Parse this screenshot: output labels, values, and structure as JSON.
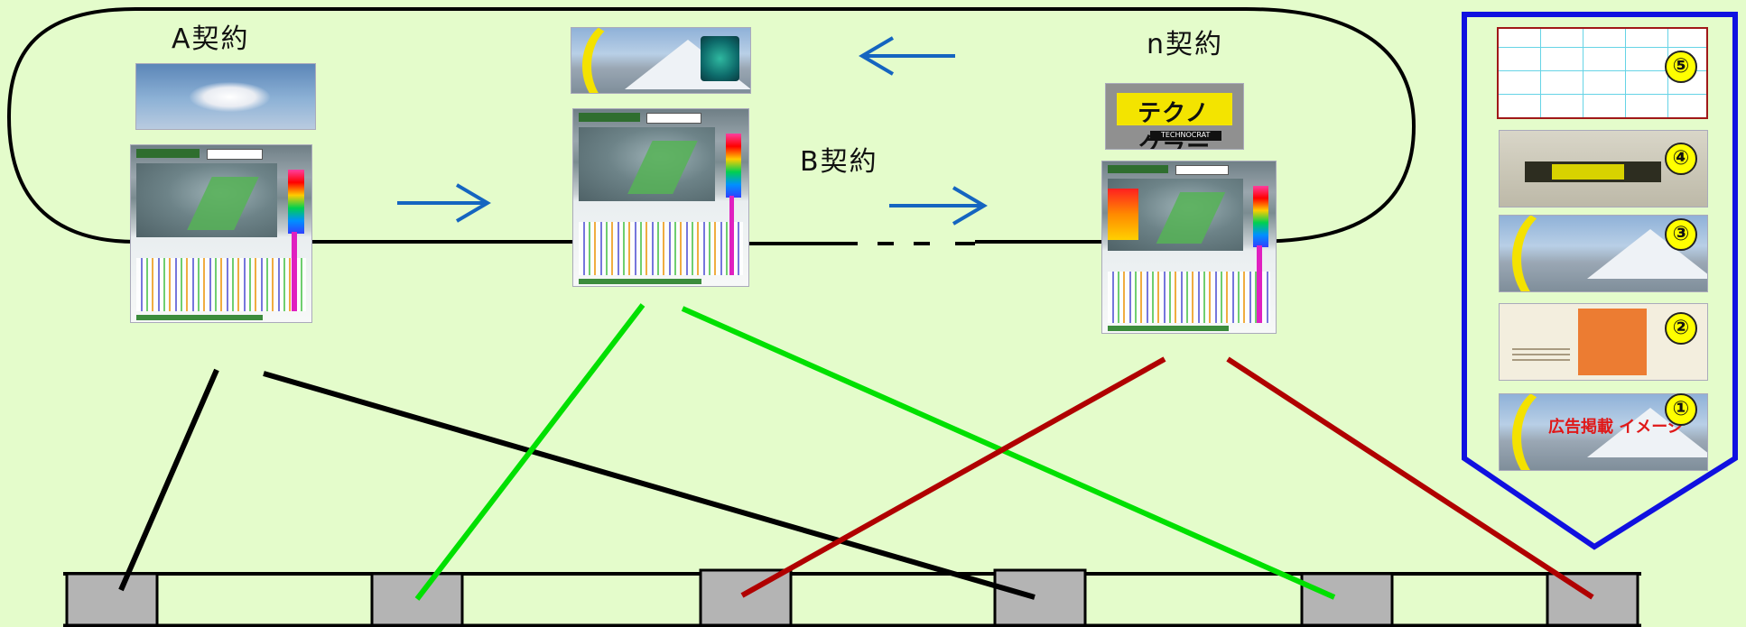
{
  "labels": {
    "contract_a": "A契約",
    "contract_b": "B契約",
    "contract_n": "n契約"
  },
  "stack": {
    "items": [
      {
        "number": "⑤"
      },
      {
        "number": "④"
      },
      {
        "number": "③"
      },
      {
        "number": "②"
      },
      {
        "number": "①",
        "text": "広告掲載 イメージ"
      }
    ]
  },
  "logo": {
    "name": "テクノクラート",
    "subtitle": "TECHNOCRAT"
  },
  "colors": {
    "background": "#e4fccb",
    "contract_a_lines": "#000000",
    "contract_b_lines": "#00e000",
    "contract_n_lines": "#b00000",
    "arrows": "#1565c0",
    "stack_border": "#1010e0",
    "slot_fill": "#b4b4b4"
  },
  "icons": [
    "arrow-right-icon",
    "arrow-left-icon",
    "arrow-right-icon"
  ]
}
